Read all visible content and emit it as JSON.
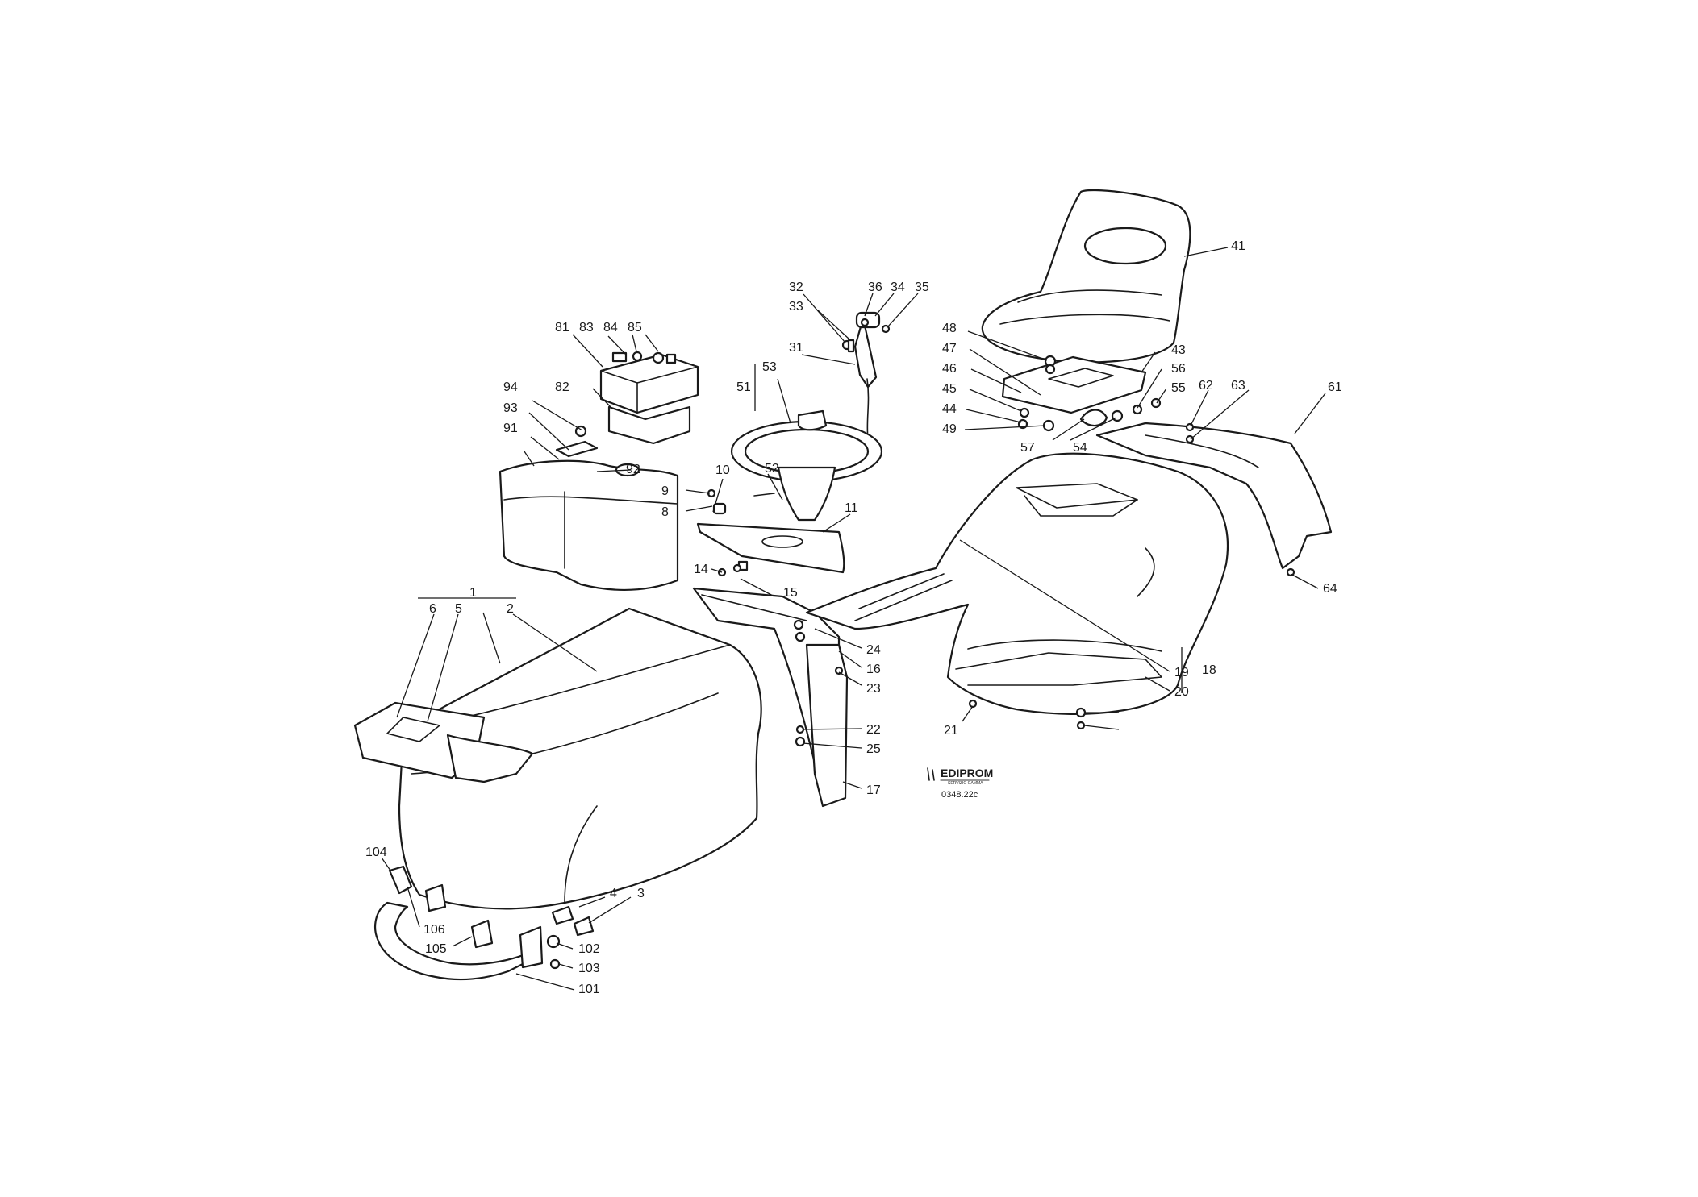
{
  "diagram": {
    "callouts": [
      "1",
      "2",
      "3",
      "4",
      "5",
      "6",
      "8",
      "9",
      "10",
      "11",
      "14",
      "15",
      "16",
      "17",
      "18",
      "19",
      "20",
      "21",
      "22",
      "23",
      "24",
      "25",
      "31",
      "32",
      "33",
      "34",
      "35",
      "36",
      "41",
      "43",
      "44",
      "45",
      "46",
      "47",
      "48",
      "49",
      "51",
      "52",
      "53",
      "54",
      "55",
      "56",
      "57",
      "61",
      "62",
      "63",
      "64",
      "81",
      "82",
      "83",
      "84",
      "85",
      "91",
      "92",
      "93",
      "94",
      "101",
      "102",
      "103",
      "104",
      "105",
      "106"
    ],
    "logo": {
      "name": "EDIPROM",
      "subtitle": "SERVIZIO GAMMA"
    },
    "drawing_code": "0348.22c"
  }
}
